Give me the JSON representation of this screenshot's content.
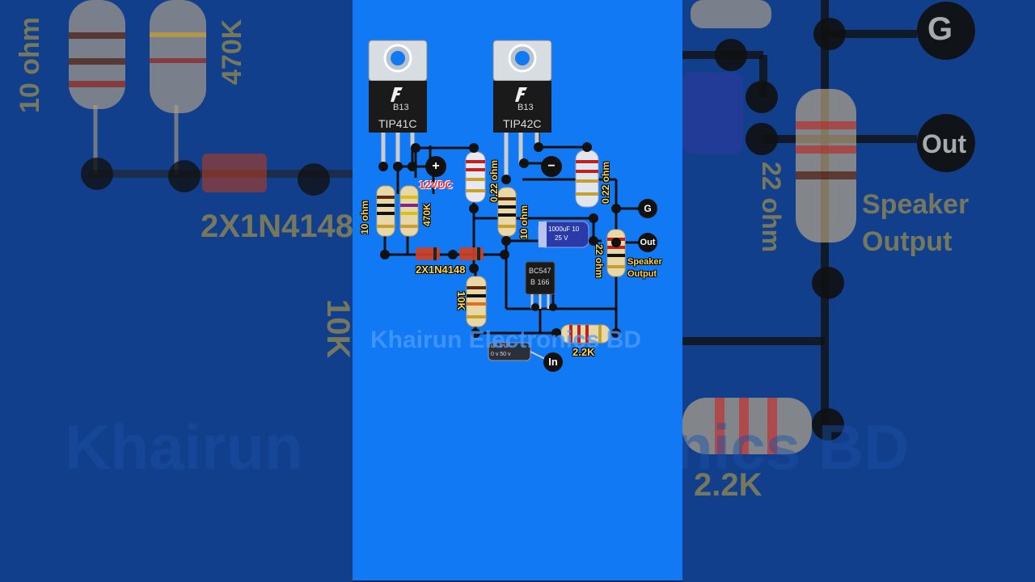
{
  "watermark": "Khairun Electronics BD",
  "transistors": {
    "q1": {
      "brand": "f",
      "code": "B13",
      "part": "TIP41C"
    },
    "q2": {
      "brand": "f",
      "code": "B13",
      "part": "TIP42C"
    },
    "q3": {
      "part": "BC547",
      "code": "B 166"
    }
  },
  "labels": {
    "supply": "12VDC",
    "r_10ohm_left": "10 ohm",
    "r_470k": "470K",
    "r_022_left": "0.22 ohm",
    "r_10ohm_mid": "10 ohm",
    "r_022_right": "0.22 ohm",
    "r_22ohm": "22 ohm",
    "diodes": "2X1N4148",
    "r_10k": "10K",
    "r_22k": "2.2K",
    "speaker": "Speaker Output",
    "speaker_line1": "Speaker",
    "speaker_line2": "Output",
    "cap_big_line1": "1000uF 10",
    "cap_big_line2": "25 V",
    "cap_small_line1": "uF 1 uF",
    "cap_small_line2": "0 v 50 v"
  },
  "nodes": {
    "plus": "+",
    "minus": "−",
    "ground": "G",
    "out": "Out",
    "in": "In"
  },
  "background": {
    "left_labels": [
      "10 ohm",
      "470K",
      "2X1N4148",
      "10K"
    ],
    "right_labels": [
      "22 ohm",
      "Speaker",
      "Output",
      "2.2K"
    ],
    "right_nodes": [
      "G",
      "Out"
    ]
  },
  "colors": {
    "panel": "#1279f4",
    "label": "#ffd84a",
    "supply": "#ff2a2a"
  }
}
